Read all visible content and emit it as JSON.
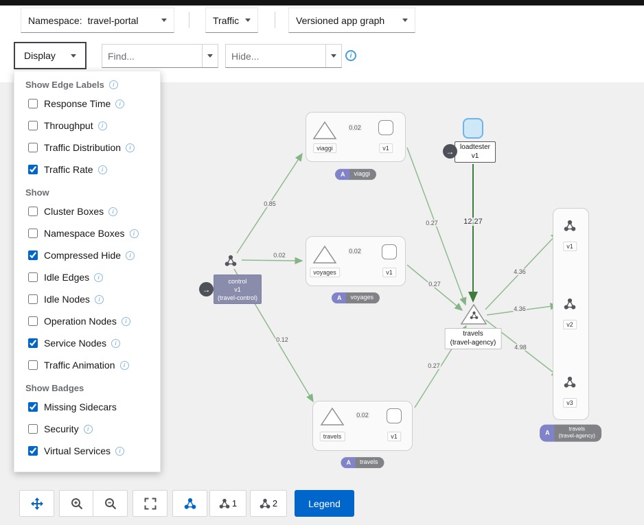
{
  "toolbar": {
    "namespace_label": "Namespace:",
    "namespace_value": "travel-portal",
    "traffic_label": "Traffic",
    "graph_type_label": "Versioned app graph",
    "display_label": "Display",
    "find_placeholder": "Find...",
    "hide_placeholder": "Hide..."
  },
  "display_menu": {
    "edge_labels_header": "Show Edge Labels",
    "edge_items": [
      {
        "label": "Response Time",
        "checked": false
      },
      {
        "label": "Throughput",
        "checked": false
      },
      {
        "label": "Traffic Distribution",
        "checked": false
      },
      {
        "label": "Traffic Rate",
        "checked": true
      }
    ],
    "show_header": "Show",
    "show_items": [
      {
        "label": "Cluster Boxes",
        "checked": false
      },
      {
        "label": "Namespace Boxes",
        "checked": false
      },
      {
        "label": "Compressed Hide",
        "checked": true
      },
      {
        "label": "Idle Edges",
        "checked": false
      },
      {
        "label": "Idle Nodes",
        "checked": false
      },
      {
        "label": "Operation Nodes",
        "checked": false
      },
      {
        "label": "Service Nodes",
        "checked": true
      },
      {
        "label": "Traffic Animation",
        "checked": false
      }
    ],
    "badges_header": "Show Badges",
    "badge_items": [
      {
        "label": "Missing Sidecars",
        "checked": true
      },
      {
        "label": "Security",
        "checked": false
      },
      {
        "label": "Virtual Services",
        "checked": true
      }
    ]
  },
  "graph": {
    "nodes": {
      "viaggi": {
        "label": "viaggi"
      },
      "viaggi_v1": {
        "label": "v1"
      },
      "voyages": {
        "label": "voyages"
      },
      "voyages_v1": {
        "label": "v1"
      },
      "travels": {
        "label": "travels"
      },
      "travels_v1": {
        "label": "v1"
      },
      "loadtester": {
        "line1": "loadtester",
        "line2": "v1"
      },
      "control": {
        "line1": "control",
        "line2": "v1",
        "line3": "(travel-control)"
      },
      "agency": {
        "line1": "travels",
        "line2": "(travel-agency)"
      },
      "agency_v1": {
        "label": "v1"
      },
      "agency_v2": {
        "label": "v2"
      },
      "agency_v3": {
        "label": "v3"
      }
    },
    "badges": {
      "viaggi": {
        "a": "A",
        "label": "viaggi"
      },
      "voyages": {
        "a": "A",
        "label": "voyages"
      },
      "travels": {
        "a": "A",
        "label": "travels"
      },
      "agency": {
        "a": "A",
        "line1": "travels",
        "line2": "(travel-agency)"
      }
    },
    "edge_labels": {
      "control_viaggi": "0.85",
      "control_voyages": "0.02",
      "control_travels": "0.12",
      "viaggi_internal": "0.02",
      "voyages_internal": "0.02",
      "travels_internal": "0.02",
      "viaggi_agency": "0.27",
      "voyages_agency": "0.27",
      "travels_agency": "0.27",
      "loadtester_agency": "12.27",
      "agency_v1": "4.36",
      "agency_v2": "4.36",
      "agency_v3": "4.98"
    }
  },
  "footer": {
    "graph1_count": "1",
    "graph2_count": "2",
    "legend_label": "Legend"
  }
}
